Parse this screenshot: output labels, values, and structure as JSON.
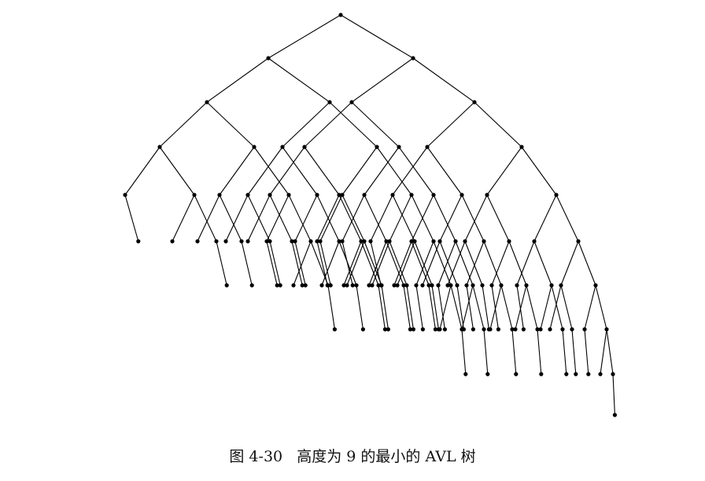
{
  "figure": {
    "caption": "图 4-30   高度为 9 的最小的 AVL 树",
    "tree_height": 9,
    "node_count": 143,
    "colors": {
      "edge": "#000000",
      "node": "#000000",
      "background": "#ffffff"
    }
  }
}
